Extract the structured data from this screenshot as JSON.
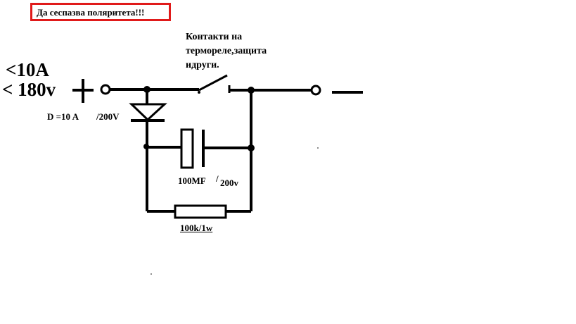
{
  "title_note": "Да сеспазва поляритета!!!",
  "supply": {
    "current_limit": "<10A",
    "voltage_limit": "< 180v",
    "plus_sign": "+",
    "minus_sign": "—"
  },
  "labels": {
    "contacts_note": [
      "Контакти на",
      "термореле,защита",
      "идруги."
    ],
    "diode_current": "D =10 A",
    "diode_voltage": "/200V",
    "capacitor_value": "100MF",
    "capacitor_voltage_slash": "/",
    "capacitor_voltage": "200v",
    "resistor_value": "100k/1w"
  },
  "colors": {
    "ink": "#000000",
    "title_border": "#e01a1a",
    "background": "#ffffff"
  }
}
